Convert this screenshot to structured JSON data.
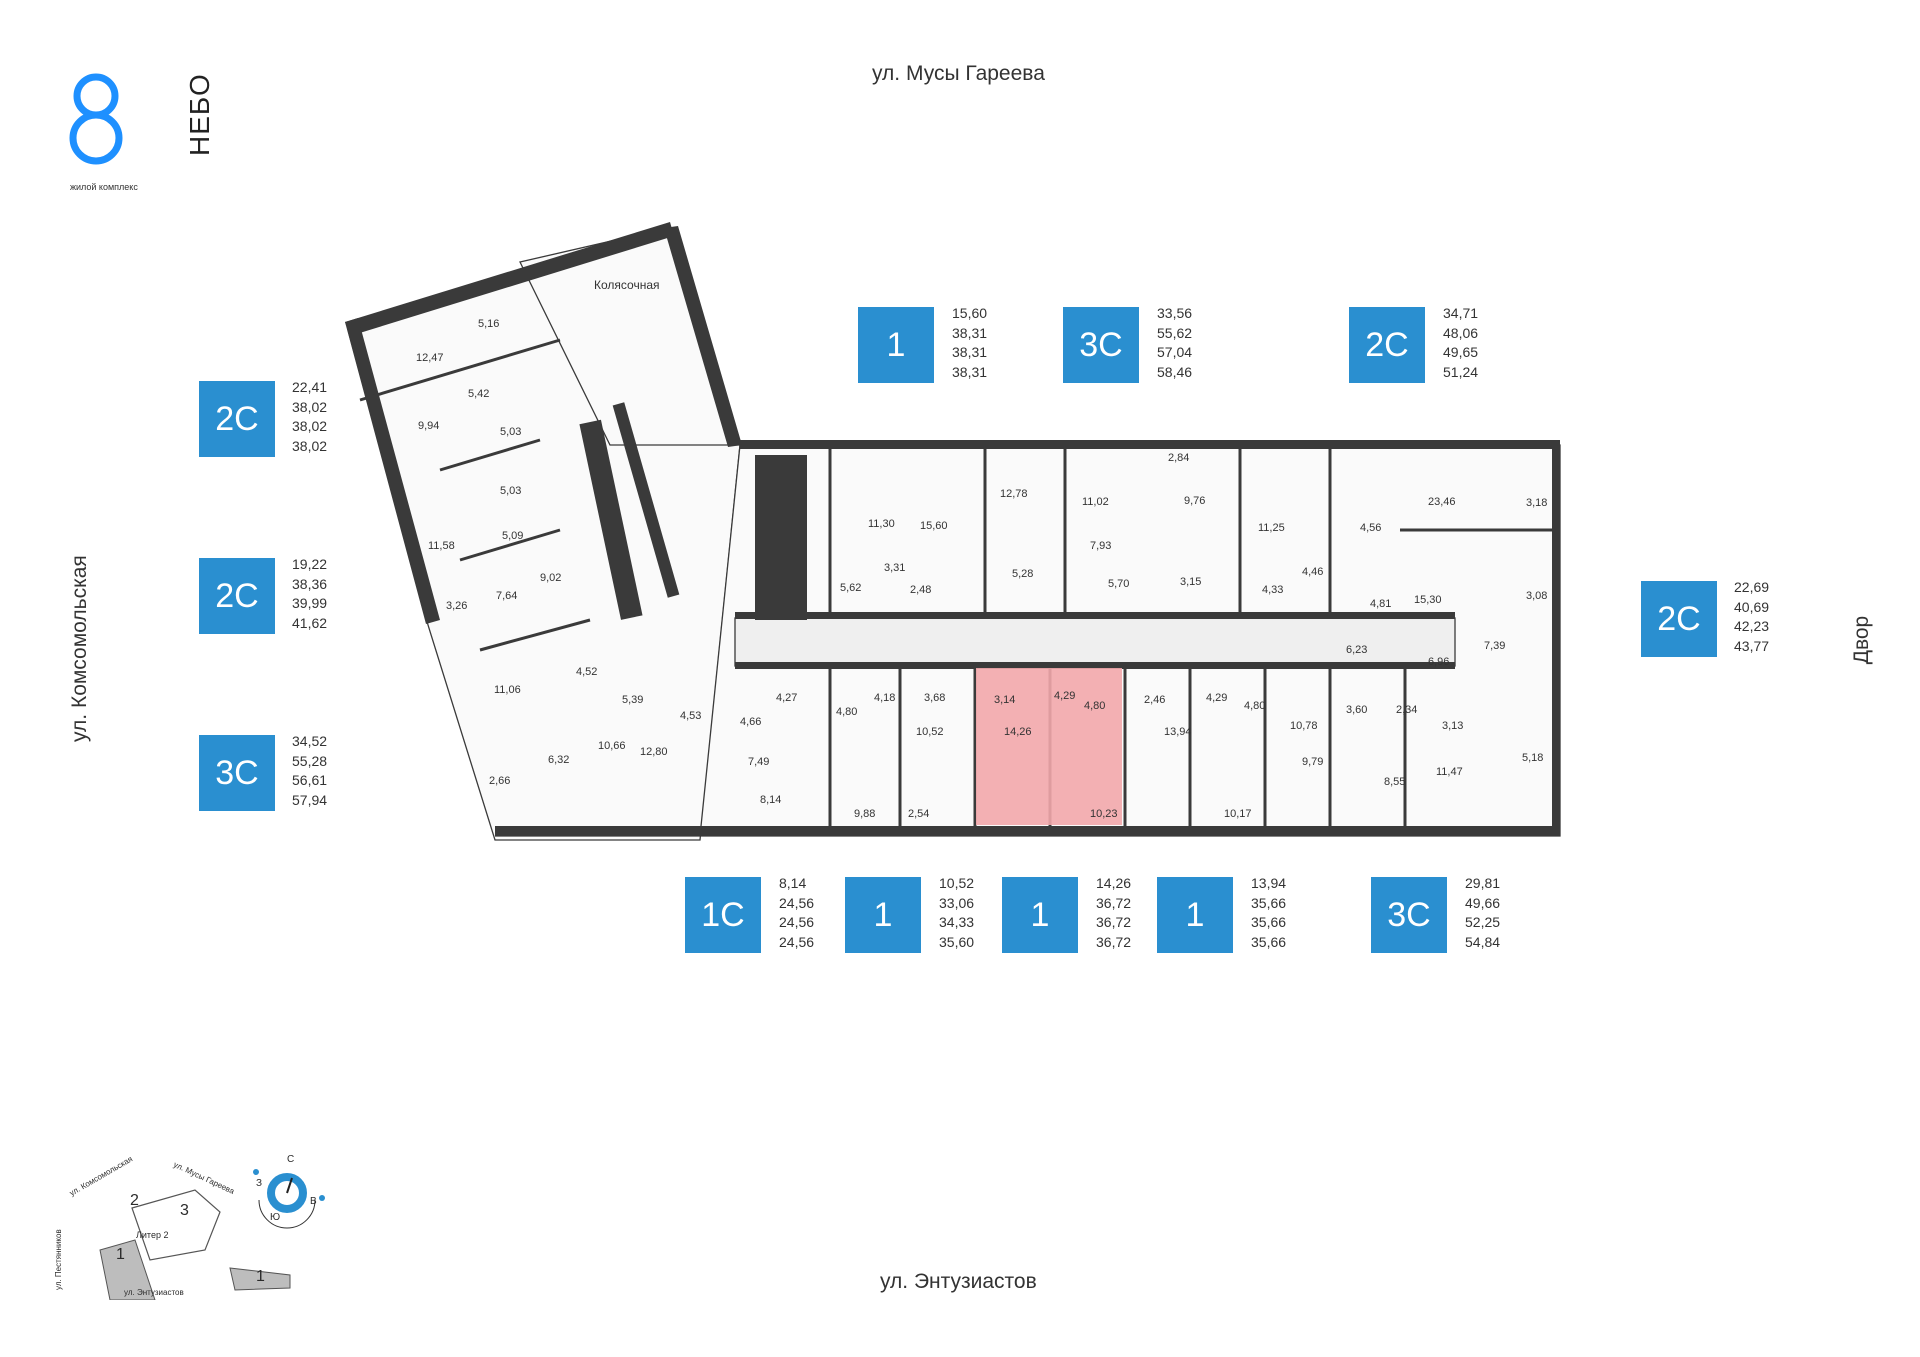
{
  "logo": {
    "digit": "8",
    "word": "НЕБО",
    "subtitle": "жилой комплекс"
  },
  "streets": {
    "top": "ул. Мусы Гареева",
    "bottom": "ул. Энтузиастов",
    "left": "ул. Комсомольская",
    "right": "Двор"
  },
  "rooms": {
    "kolyasochnaya": "Колясочная"
  },
  "apartments": [
    {
      "type": "2С",
      "areas": [
        "22,41",
        "38,02",
        "38,02",
        "38,02"
      ]
    },
    {
      "type": "2С",
      "areas": [
        "19,22",
        "38,36",
        "39,99",
        "41,62"
      ]
    },
    {
      "type": "3С",
      "areas": [
        "34,52",
        "55,28",
        "56,61",
        "57,94"
      ]
    },
    {
      "type": "1",
      "areas": [
        "15,60",
        "38,31",
        "38,31",
        "38,31"
      ]
    },
    {
      "type": "3С",
      "areas": [
        "33,56",
        "55,62",
        "57,04",
        "58,46"
      ]
    },
    {
      "type": "2С",
      "areas": [
        "34,71",
        "48,06",
        "49,65",
        "51,24"
      ]
    },
    {
      "type": "2С",
      "areas": [
        "22,69",
        "40,69",
        "42,23",
        "43,77"
      ]
    },
    {
      "type": "1С",
      "areas": [
        "8,14",
        "24,56",
        "24,56",
        "24,56"
      ]
    },
    {
      "type": "1",
      "areas": [
        "10,52",
        "33,06",
        "34,33",
        "35,60"
      ]
    },
    {
      "type": "1",
      "areas": [
        "14,26",
        "36,72",
        "36,72",
        "36,72"
      ]
    },
    {
      "type": "1",
      "areas": [
        "13,94",
        "35,66",
        "35,66",
        "35,66"
      ]
    },
    {
      "type": "3С",
      "areas": [
        "29,81",
        "49,66",
        "52,25",
        "54,84"
      ]
    }
  ],
  "room_labels": [
    "12,47",
    "5,16",
    "5,42",
    "9,94",
    "5,03",
    "5,03",
    "11,58",
    "5,09",
    "9,02",
    "7,64",
    "3,26",
    "4,52",
    "11,06",
    "5,39",
    "6,32",
    "10,66",
    "2,66",
    "12,80",
    "4,53",
    "4,66",
    "4,27",
    "7,49",
    "8,14",
    "4,80",
    "4,18",
    "3,68",
    "9,88",
    "10,52",
    "2,54",
    "3,14",
    "14,26",
    "4,29",
    "4,80",
    "10,23",
    "2,46",
    "4,29",
    "13,94",
    "4,80",
    "10,17",
    "11,30",
    "15,60",
    "3,31",
    "5,62",
    "2,48",
    "12,78",
    "5,28",
    "11,02",
    "7,93",
    "2,84",
    "9,76",
    "5,70",
    "3,15",
    "11,25",
    "4,33",
    "4,46",
    "23,46",
    "3,18",
    "4,56",
    "15,30",
    "3,08",
    "4,81",
    "6,23",
    "6,96",
    "7,39",
    "3,60",
    "2,34",
    "10,78",
    "9,79",
    "8,55",
    "3,13",
    "11,47",
    "5,18"
  ],
  "minimap": {
    "street_komsomolskaya": "ул. Комсомольская",
    "street_gareeva": "ул. Мусы Гареева",
    "street_pesochnikov": "ул. Пестянников",
    "street_entuziastov": "ул. Энтузиастов",
    "litera": "Литер 2",
    "b1": "1",
    "b2": "2",
    "b3": "3",
    "b1b": "1"
  },
  "compass": {
    "n": "С",
    "s": "Ю",
    "w": "З",
    "e": "В"
  },
  "colors": {
    "accent": "#2a8fd0",
    "wall": "#3a3a3a",
    "highlight": "#f2a7ab"
  }
}
